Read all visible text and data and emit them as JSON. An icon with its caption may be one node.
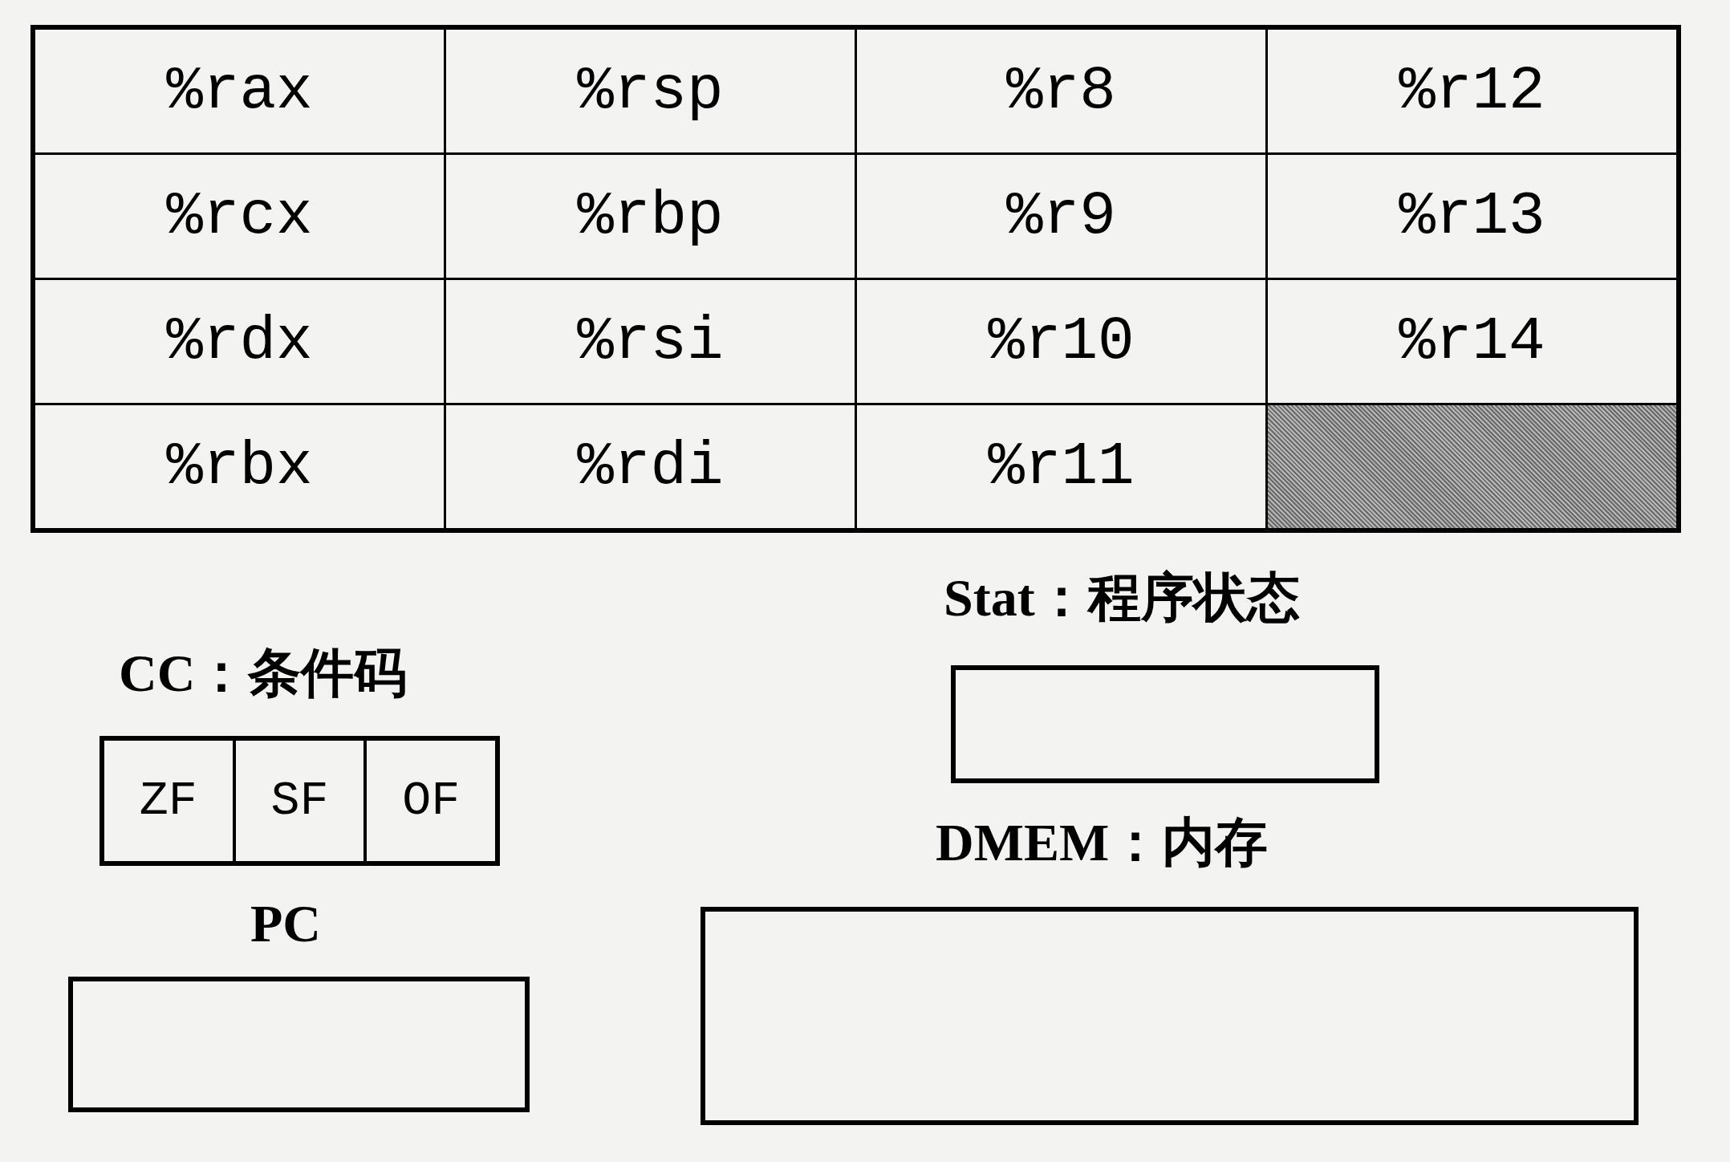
{
  "diagram": {
    "nodes": [
      {
        "text": [
          "%rax"
        ]
      },
      {
        "text": [
          "%rsp"
        ]
      },
      {
        "text": [
          "%r8"
        ]
      },
      {
        "text": [
          "%r12"
        ]
      },
      {
        "text": [
          "%rcx"
        ]
      },
      {
        "text": [
          "%rbp"
        ]
      },
      {
        "text": [
          "%r9"
        ]
      },
      {
        "text": [
          "%r13"
        ]
      },
      {
        "text": [
          "%rdx"
        ]
      },
      {
        "text": [
          "%rsi"
        ]
      },
      {
        "text": [
          "%r10"
        ]
      },
      {
        "text": [
          "%r14"
        ]
      },
      {
        "text": [
          "%rbx"
        ]
      },
      {
        "text": [
          "%rdi"
        ]
      },
      {
        "text": [
          "%r11"
        ]
      },
      {
        "text": [],
        "shape": "box"
      },
      {
        "text": [
          "Stat：程序状态"
        ]
      },
      {
        "text": [
          "CC：条件码"
        ]
      },
      {
        "text": [
          "ZF"
        ],
        "in": 17
      },
      {
        "text": [
          "SF"
        ],
        "in": 17
      },
      {
        "text": [
          "OF"
        ],
        "in": 17
      },
      {
        "text": [
          "DMEM：内存"
        ]
      },
      {
        "text": [
          "PC"
        ]
      }
    ]
  }
}
